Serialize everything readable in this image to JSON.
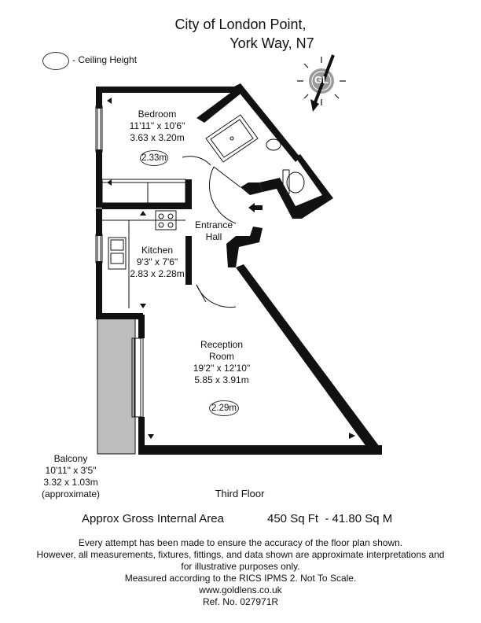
{
  "title": {
    "line1": "City of London Point,",
    "line2": "York Way, N7"
  },
  "legend": {
    "label": "- Ceiling Height"
  },
  "compass": {
    "text": "GL"
  },
  "rooms": {
    "bedroom": {
      "name": "Bedroom",
      "dim_imperial": "11'11\" x 10'6\"",
      "dim_metric": "3.63 x 3.20m",
      "ceiling": "2.33m"
    },
    "kitchen": {
      "name": "Kitchen",
      "dim_imperial": "9'3\" x 7'6\"",
      "dim_metric": "2.83 x 2.28m"
    },
    "entrance": {
      "name_line1": "Entrance",
      "name_line2": "Hall"
    },
    "reception": {
      "name_line1": "Reception",
      "name_line2": "Room",
      "dim_imperial": "19'2\" x 12'10\"",
      "dim_metric": "5.85 x 3.91m",
      "ceiling": "2.29m"
    },
    "balcony": {
      "name": "Balcony",
      "dim_imperial": "10'11\" x 3'5\"",
      "dim_metric": "3.32 x 1.03m",
      "note": "(approximate)"
    }
  },
  "floor_label": "Third Floor",
  "area": {
    "label": "Approx Gross Internal Area",
    "value": "450 Sq Ft  - 41.80 Sq M"
  },
  "disclaimer": {
    "line1": "Every attempt has been made to ensure the accuracy of the floor plan shown.",
    "line2": "However, all measurements, fixtures, fittings, and data shown are approximate interpretations and",
    "line3": "for illustrative purposes only.",
    "line4": "Measured according to the RICS IPMS 2. Not To Scale.",
    "line5": "www.goldlens.co.uk",
    "line6": "Ref. No. 027971R"
  },
  "colors": {
    "wall": "#111111",
    "balcony_fill": "#bdbdbd",
    "compass_circle": "#9a9a9a"
  }
}
